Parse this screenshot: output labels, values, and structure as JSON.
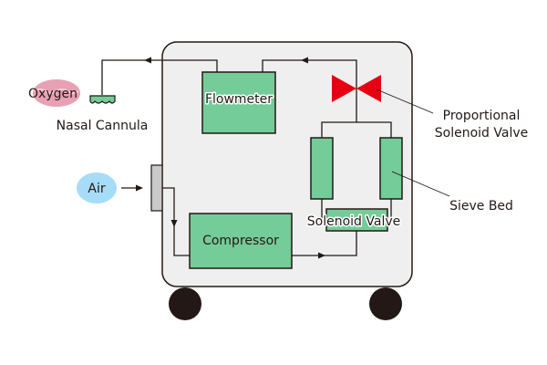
{
  "diagram": {
    "title": "Oxygen Concentrator Schematic",
    "components": {
      "flowmeter": {
        "label": "Flowmeter"
      },
      "compressor": {
        "label": "Compressor"
      },
      "solenoid_valve": {
        "label": "Solenoid Valve"
      },
      "proportional_valve": {
        "label_line1": "Proportional",
        "label_line2": "Solenoid Valve"
      },
      "sieve_bed": {
        "label": "Sieve Bed"
      },
      "nasal_cannula": {
        "label": "Nasal Cannula"
      },
      "oxygen": {
        "label": "Oxygen"
      },
      "air": {
        "label": "Air"
      }
    },
    "colors": {
      "component_fill": "#74cc98",
      "cabinet_fill": "#efefef",
      "outline": "#231815",
      "valve_red": "#e60012",
      "oxygen_pink": "#e8a0b4",
      "air_blue": "#a6dcf7",
      "intake_grey": "#c9c9c9"
    }
  }
}
